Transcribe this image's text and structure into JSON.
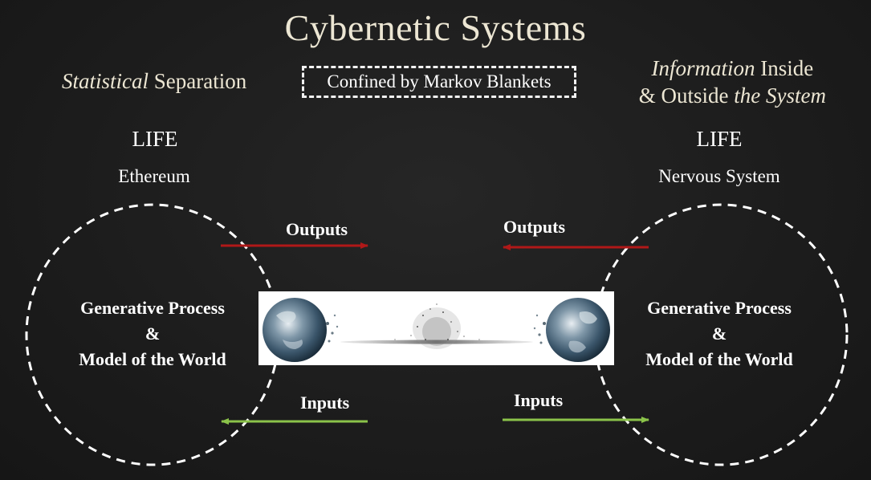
{
  "title": "Cybernetic Systems",
  "subtitle_left": {
    "italic": "Statistical",
    "normal": " Separation"
  },
  "confined_label": "Confined by Markov Blankets",
  "subtitle_right": {
    "line1_italic": "Information",
    "line1_normal": " Inside",
    "line2_normal_a": "& Outside ",
    "line2_italic": "the System"
  },
  "left_system": {
    "life": "LIFE",
    "name": "Ethereum",
    "model_line1": "Generative Process",
    "model_line2": "&",
    "model_line3": "Model of the World",
    "outputs": "Outputs",
    "inputs": "Inputs"
  },
  "right_system": {
    "life": "LIFE",
    "name": "Nervous System",
    "model_line1": "Generative Process",
    "model_line2": "&",
    "model_line3": "Model of the World",
    "outputs": "Outputs",
    "inputs": "Inputs"
  },
  "colors": {
    "outputs_arrow": "#b01818",
    "inputs_arrow": "#8bc34a",
    "title": "#ece6d3",
    "dashed_circle": "#ffffff"
  },
  "image_panel": {
    "left_icon": "earth-globe-dissolving",
    "right_icon": "earth-globe-dissolving",
    "center_icon": "particle-cloud"
  }
}
